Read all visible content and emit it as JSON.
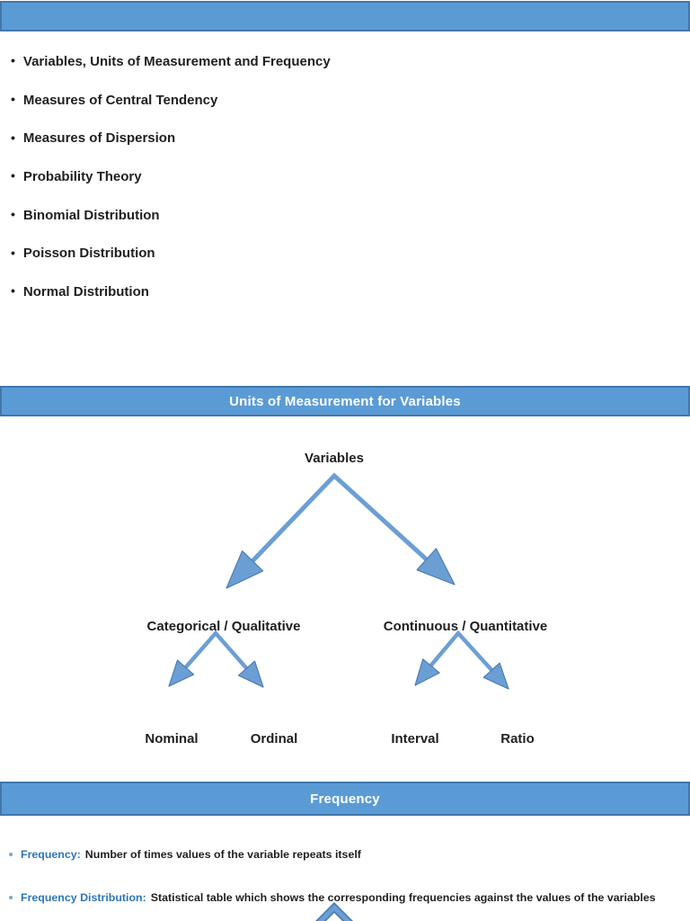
{
  "colors": {
    "accent_fill": "#5B9BD5",
    "accent_border": "#4377A9",
    "arrow_fill": "#6B9FD4",
    "arrow_outline": "#4C7DB3",
    "term_blue": "#2E75B6",
    "body_text": "#1F1F1F",
    "bullet_dot": "#7FA7C9"
  },
  "icons": {
    "bullet": "•"
  },
  "top_bar": {
    "label": ""
  },
  "toc": {
    "items": [
      "Variables, Units of Measurement and Frequency",
      "Measures of Central Tendency",
      "Measures of Dispersion",
      "Probability Theory",
      "Binomial Distribution",
      "Poisson Distribution",
      "Normal Distribution"
    ]
  },
  "section_units": {
    "title": "Units of Measurement for Variables",
    "diagram": {
      "root": "Variables",
      "branches": [
        "Categorical / Qualitative",
        "Continuous / Quantitative"
      ],
      "leaves": [
        "Nominal",
        "Ordinal",
        "Interval",
        "Ratio"
      ]
    }
  },
  "section_frequency": {
    "title": "Frequency",
    "definitions": [
      {
        "term": "Frequency:",
        "text": "Number of times values of the variable repeats itself"
      },
      {
        "term": "Frequency Distribution:",
        "text": "Statistical table which shows the corresponding frequencies against the values of the variables"
      }
    ]
  }
}
